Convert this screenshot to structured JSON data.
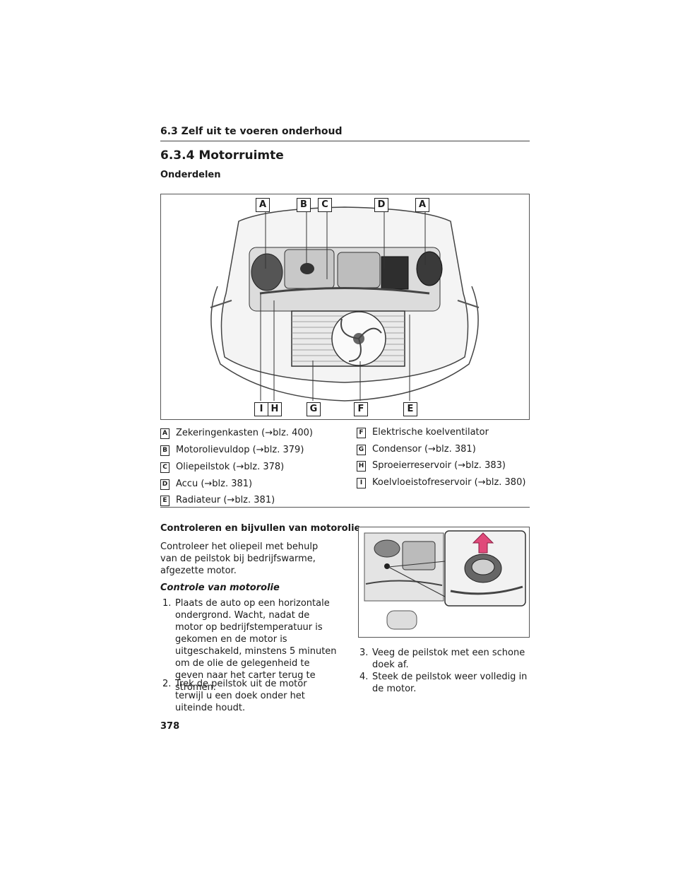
{
  "header": {
    "section": "6.3  Zelf uit te voeren onderhoud"
  },
  "title": "6.3.4  Motorruimte",
  "subtitle": "Onderdelen",
  "figure1": {
    "top_labels": [
      "A",
      "B",
      "C",
      "D",
      "A"
    ],
    "bottom_labels": [
      "I",
      "H",
      "G",
      "F",
      "E"
    ]
  },
  "legend_left": [
    {
      "key": "A",
      "text": "Zekeringenkasten (→blz. 400)"
    },
    {
      "key": "B",
      "text": "Motorolievuldop (→blz. 379)"
    },
    {
      "key": "C",
      "text": "Oliepeilstok (→blz. 378)"
    },
    {
      "key": "D",
      "text": "Accu (→blz. 381)"
    },
    {
      "key": "E",
      "text": "Radiateur (→blz. 381)"
    }
  ],
  "legend_right": [
    {
      "key": "F",
      "text": "Elektrische koelventilator"
    },
    {
      "key": "G",
      "text": "Condensor (→blz. 381)"
    },
    {
      "key": "H",
      "text": "Sproeierreservoir (→blz. 383)"
    },
    {
      "key": "I",
      "text": "Koelvloeistofreservoir (→blz. 380)"
    }
  ],
  "oil_section": {
    "heading": "Controleren en bijvullen van motorolie",
    "intro": "Controleer het oliepeil met behulp van de peilstok bij bedrijfswarme, afgezette motor.",
    "subheading": "Controle van motorolie",
    "steps": [
      {
        "num": "1.",
        "text": "Plaats de auto op een horizontale ondergrond. Wacht, nadat de motor op bedrijfstemperatuur is gekomen en de motor is uitgeschakeld, minstens 5 minuten om de olie de gelegenheid te geven naar het carter terug te stromen."
      },
      {
        "num": "2.",
        "text": "Trek de peilstok uit de motor terwijl u een doek onder het uiteinde houdt."
      },
      {
        "num": "3.",
        "text": "Veeg de peilstok met een schone doek af."
      },
      {
        "num": "4.",
        "text": "Steek de peilstok weer volledig in de motor."
      }
    ]
  },
  "page_number": "378"
}
